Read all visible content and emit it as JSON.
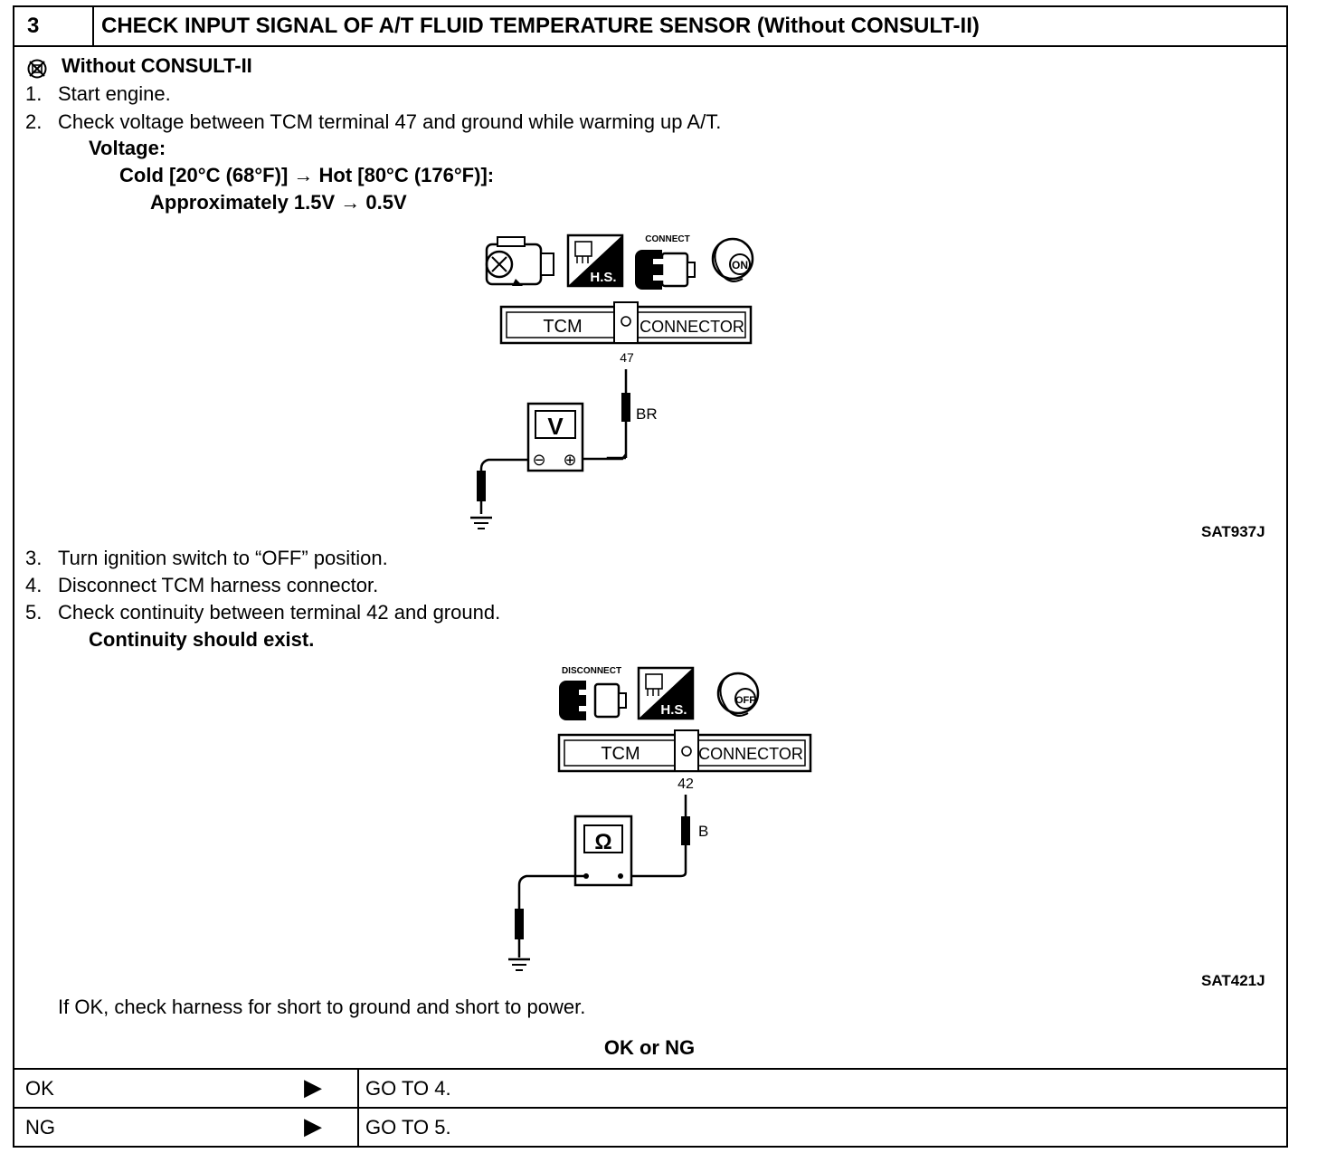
{
  "header": {
    "step_number": "3",
    "title": "CHECK INPUT SIGNAL OF A/T FLUID TEMPERATURE SENSOR (Without CONSULT-II)"
  },
  "section_label": "Without CONSULT-II",
  "steps_part1": [
    {
      "num": "1.",
      "text": "Start engine."
    },
    {
      "num": "2.",
      "text": "Check voltage between TCM terminal 47 and ground while warming up A/T."
    }
  ],
  "spec": {
    "label": "Voltage:",
    "condition": "Cold [20°C (68°F)] → Hot [80°C (176°F)]:",
    "value": "Approximately 1.5V → 0.5V"
  },
  "figure1": {
    "code": "SAT937J",
    "connector_left": "TCM",
    "connector_right": "CONNECTOR",
    "terminal": "47",
    "wire_color": "BR",
    "meter": "V",
    "icon_connect": "CONNECT",
    "icon_hs": "H.S.",
    "icon_on": "ON",
    "minus": "⊖",
    "plus": "⊕"
  },
  "steps_part2": [
    {
      "num": "3.",
      "text": "Turn ignition switch to “OFF” position."
    },
    {
      "num": "4.",
      "text": "Disconnect TCM harness connector."
    },
    {
      "num": "5.",
      "text": "Check continuity between terminal 42 and ground."
    }
  ],
  "continuity_note": "Continuity should exist.",
  "figure2": {
    "code": "SAT421J",
    "connector_left": "TCM",
    "connector_right": "CONNECTOR",
    "terminal": "42",
    "wire_color": "B",
    "meter": "Ω",
    "icon_disconnect": "DISCONNECT",
    "icon_hs": "H.S.",
    "icon_off": "OFF"
  },
  "footer_note": "If OK, check harness for short to ground and short to power.",
  "result_title": "OK or NG",
  "results": [
    {
      "label": "OK",
      "arrow": "▶",
      "action": "GO TO 4."
    },
    {
      "label": "NG",
      "arrow": "▶",
      "action": "GO TO 5."
    }
  ],
  "colors": {
    "ink": "#000000",
    "paper": "#ffffff"
  }
}
